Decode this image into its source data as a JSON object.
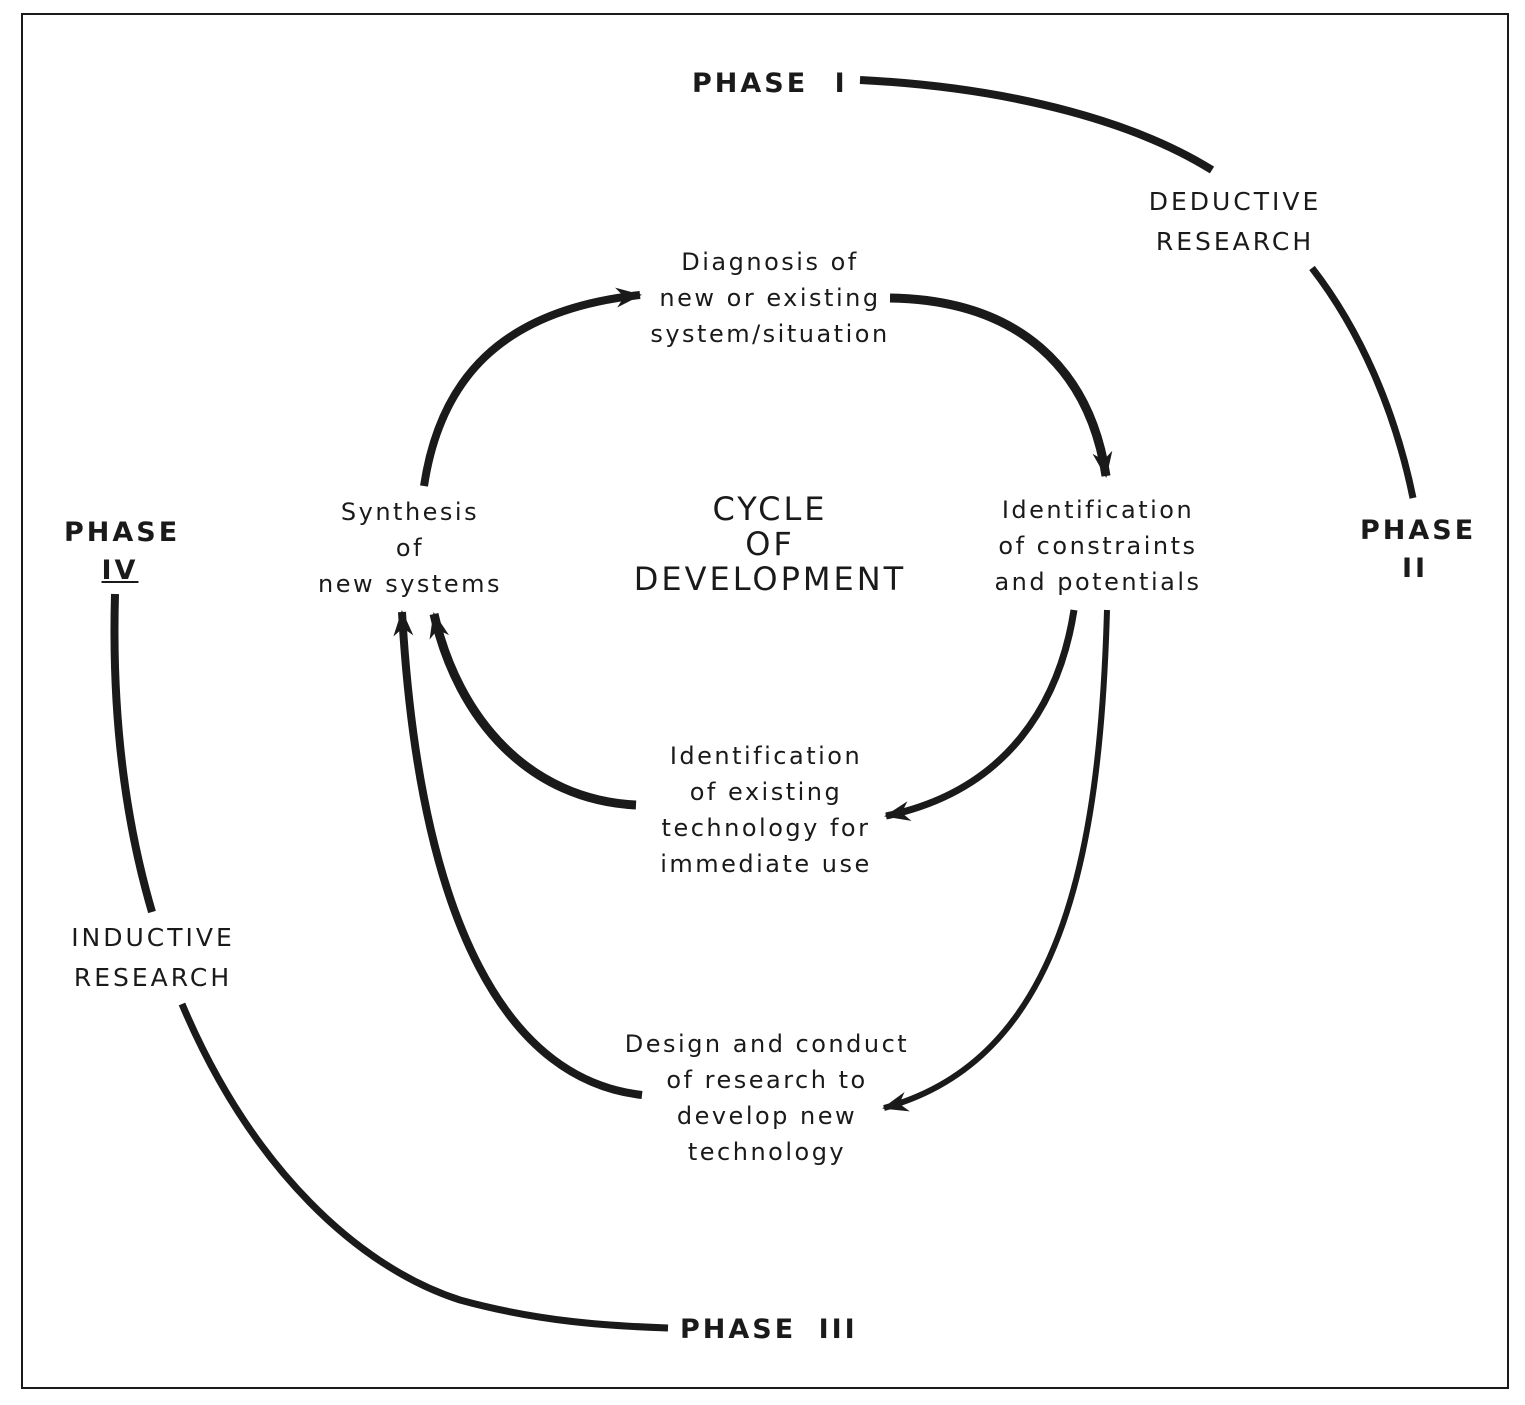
{
  "center_title": [
    "CYCLE",
    "OF",
    "DEVELOPMENT"
  ],
  "phases": {
    "one": {
      "word": "PHASE",
      "numeral": "I"
    },
    "two": {
      "word": "PHASE",
      "numeral": "II"
    },
    "three": {
      "word": "PHASE",
      "numeral": "III"
    },
    "four": {
      "word": "PHASE",
      "numeral": "IV"
    }
  },
  "research": {
    "deductive": [
      "DEDUCTIVE",
      "RESEARCH"
    ],
    "inductive": [
      "INDUCTIVE",
      "RESEARCH"
    ]
  },
  "steps": {
    "diagnosis": [
      "Diagnosis  of",
      "new or existing",
      "system/situation"
    ],
    "constraints": [
      "Identification",
      "of constraints",
      "and potentials"
    ],
    "synthesis": [
      "Synthesis",
      "of",
      "new systems"
    ],
    "existing_tech": [
      "Identification",
      "of existing",
      "technology for",
      "immediate use"
    ],
    "research_design": [
      "Design and conduct",
      "of research to",
      "develop new",
      "technology"
    ]
  }
}
